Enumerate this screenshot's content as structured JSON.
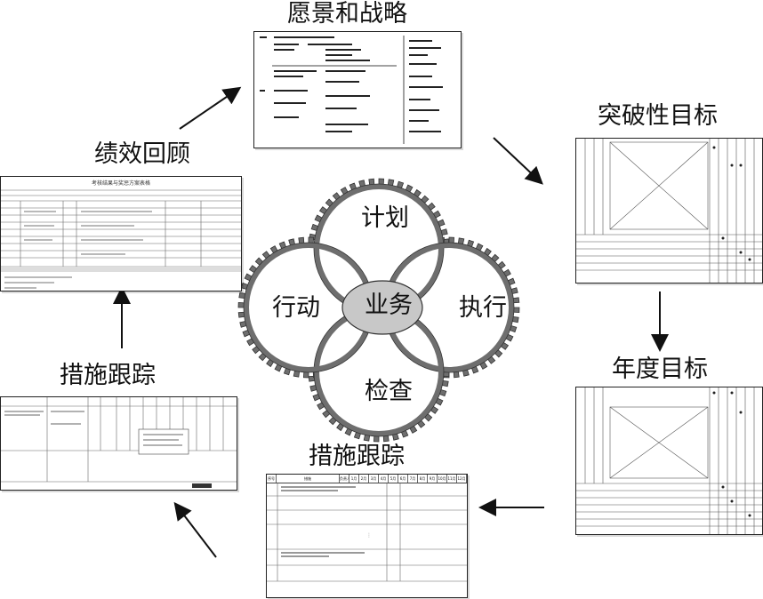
{
  "center": {
    "hub": "业务",
    "gears": {
      "top": "计划",
      "right": "执行",
      "bottom": "检查",
      "left": "行动"
    }
  },
  "stages": {
    "vision": "愿景和战略",
    "breakthrough": "突破性目标",
    "annual": "年度目标",
    "tracking_bottom": "措施跟踪",
    "tracking_left": "措施跟踪",
    "review": "绩效回顾"
  },
  "documents": {
    "review_sheet_title": "考核结果与奖惩方案表格",
    "tracking_table_headers": [
      "序号",
      "措施",
      "负责人",
      "1月",
      "2月",
      "3月",
      "4月",
      "5月",
      "6月",
      "7月",
      "8月",
      "9月",
      "10月",
      "11月",
      "12月"
    ]
  },
  "colors": {
    "gear": "#6e6e6e",
    "gear_inner": "#ffffff",
    "hub_fill": "#c8c8c8",
    "arrow": "#111111"
  }
}
